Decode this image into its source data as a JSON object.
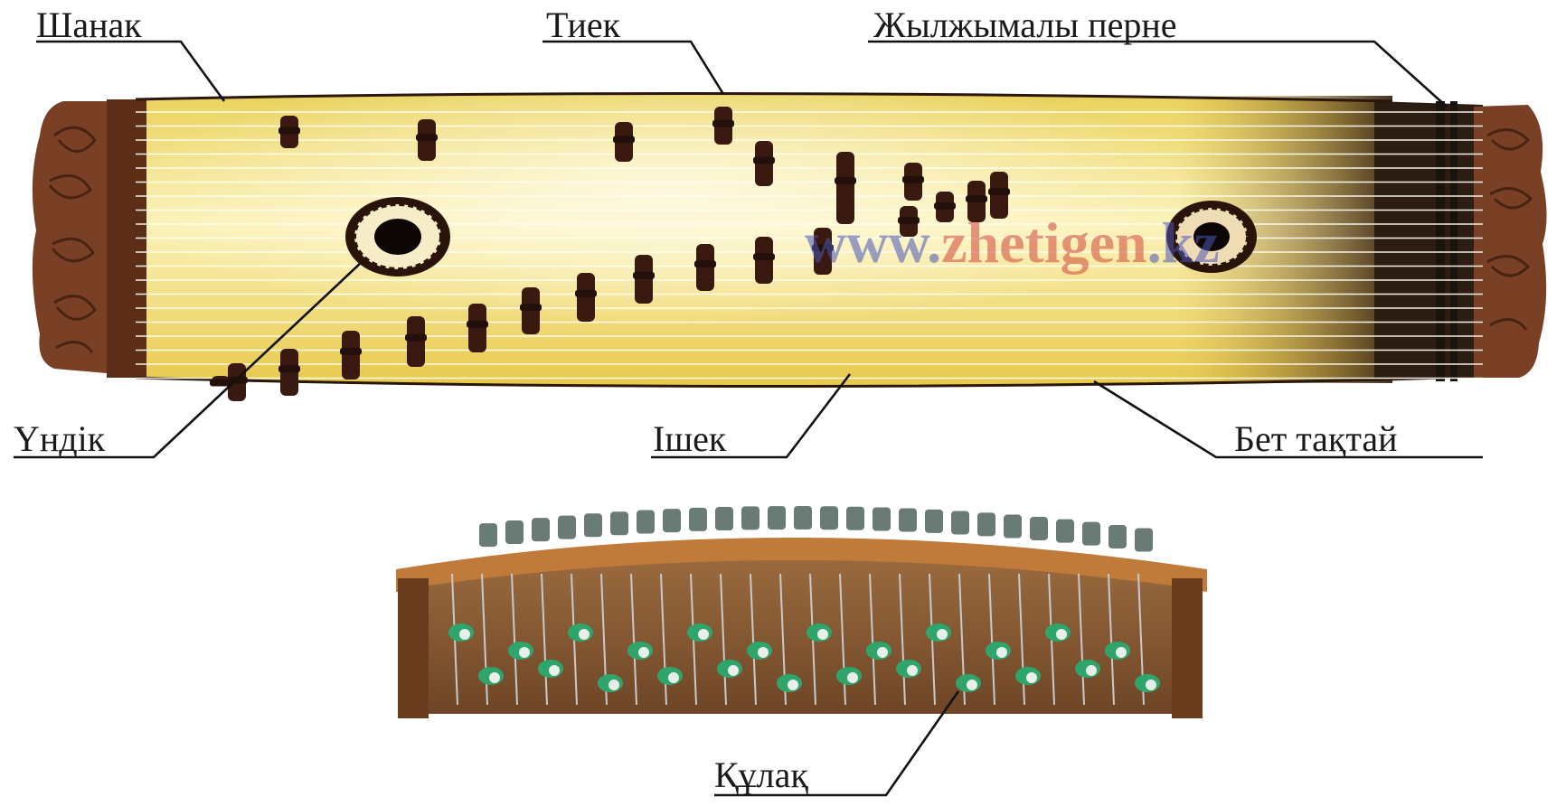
{
  "labels": {
    "shanak": "Шанак",
    "tiek": "Тиек",
    "perne": "Жылжымалы перне",
    "undik": "Үндік",
    "ishek": "Ішек",
    "bet": "Бет тақтай",
    "kulak": "Құлақ"
  },
  "watermark": {
    "prefix": "www.",
    "main": "zhetigen",
    "suffix": ".kz"
  },
  "colors": {
    "soundboard": "#f3e07a",
    "wood_dark": "#5a2c17",
    "bridge": "#3a1a10",
    "peg": "#2fa56c",
    "leader_line": "#111111"
  }
}
